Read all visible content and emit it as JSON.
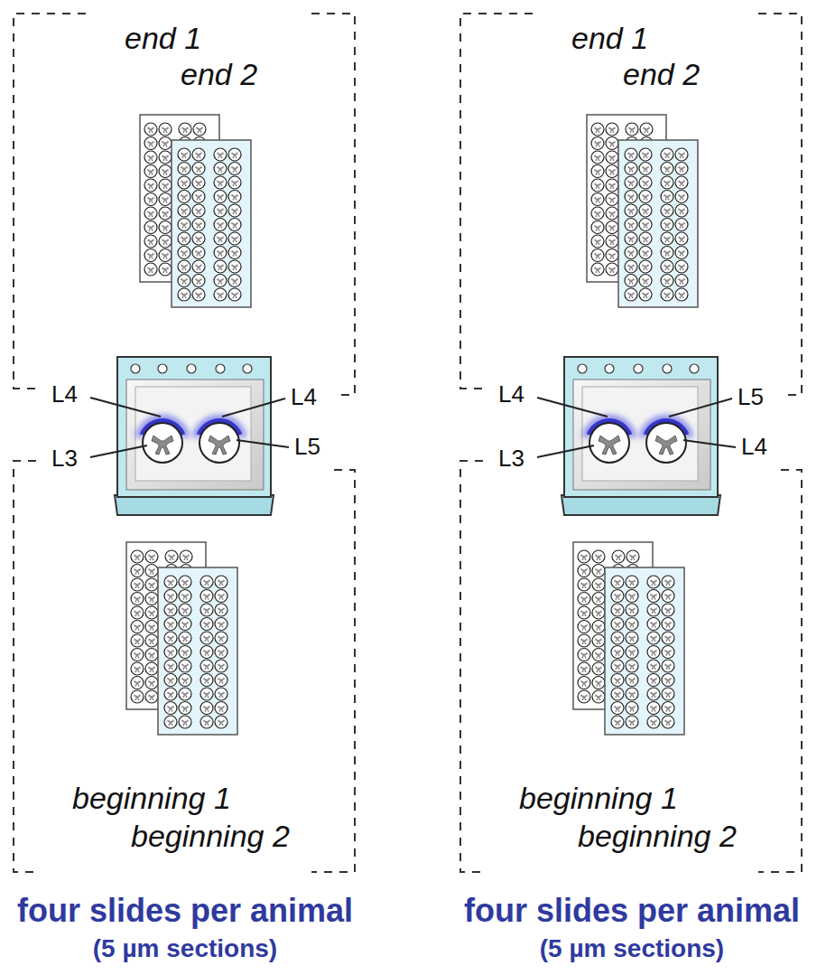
{
  "diagram": {
    "labels": [
      "end 1",
      "end 2",
      "L4",
      "L4",
      "L3",
      "L5",
      "beginning 1",
      "beginning 2",
      "four slides per animal",
      "(5 µm sections)",
      "end 1",
      "end 2",
      "L4",
      "L5",
      "L3",
      "L4",
      "beginning 1",
      "beginning 2",
      "four slides per animal",
      "(5 µm sections)"
    ]
  }
}
